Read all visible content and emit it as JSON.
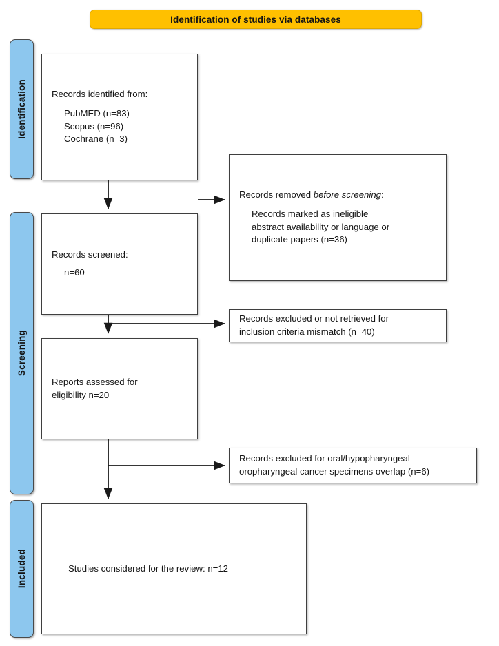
{
  "banner": {
    "title": "Identification of studies via databases",
    "color": "#FFC000"
  },
  "stages": {
    "color": "#8DC7EE",
    "identification": "Identification",
    "screening": "Screening",
    "included": "Included"
  },
  "boxes": {
    "identified": {
      "heading": "Records identified from:",
      "lines": [
        "PubMED (n=83) –",
        "Scopus (n=96) –",
        "Cochrane (n=3)"
      ]
    },
    "removed": {
      "heading_pre": "Records removed ",
      "heading_italic": "before screening",
      "heading_post": ":",
      "lines": [
        "Records marked as ineligible",
        "abstract availability or language or",
        "duplicate papers (n=36)"
      ]
    },
    "screened": {
      "heading": "Records screened:",
      "lines": [
        "n=60"
      ]
    },
    "excluded_first": {
      "lines": [
        "Records excluded or not retrieved for",
        "inclusion criteria mismatch (n=40)"
      ]
    },
    "reports": {
      "lines": [
        "Reports assessed for",
        "eligibility  n=20"
      ]
    },
    "excluded_second": {
      "lines": [
        "Records excluded for oral/hypopharyngeal –",
        "oropharyngeal cancer specimens overlap (n=6)"
      ]
    },
    "included": {
      "lines": [
        "Studies considered for the review: n=12"
      ]
    }
  },
  "flow_counts": {
    "identified_pubmed": 83,
    "identified_scopus": 96,
    "identified_cochrane": 3,
    "removed_before_screening": 36,
    "screened": 60,
    "excluded_criteria_mismatch": 40,
    "reports_assessed": 20,
    "excluded_overlap": 6,
    "included_studies": 12
  },
  "connector_color": "#1a1a1a"
}
